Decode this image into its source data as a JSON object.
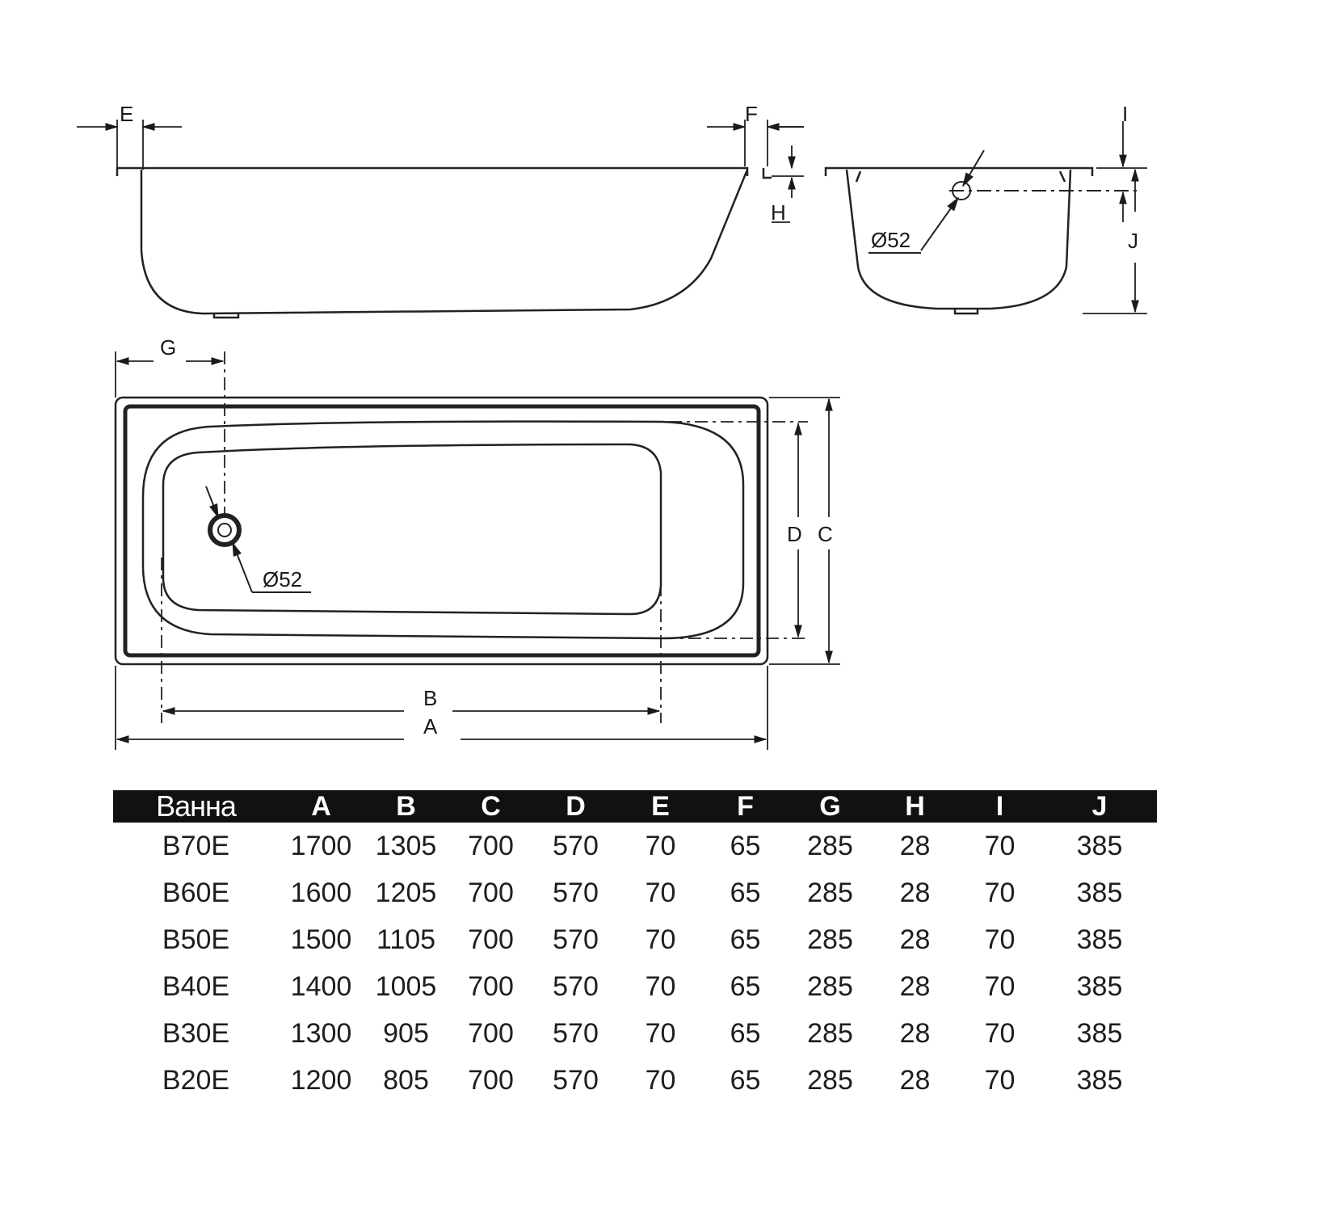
{
  "diagram": {
    "labels": {
      "E": "E",
      "F": "F",
      "H": "H",
      "I": "I",
      "J": "J",
      "G": "G",
      "D": "D",
      "C": "C",
      "B": "B",
      "A": "A",
      "drain_side": "Ø52",
      "drain_top": "Ø52"
    }
  },
  "table": {
    "headers": [
      "Ванна",
      "A",
      "B",
      "C",
      "D",
      "E",
      "F",
      "G",
      "H",
      "I",
      "J"
    ],
    "rows": [
      [
        "B70E",
        "1700",
        "1305",
        "700",
        "570",
        "70",
        "65",
        "285",
        "28",
        "70",
        "385"
      ],
      [
        "B60E",
        "1600",
        "1205",
        "700",
        "570",
        "70",
        "65",
        "285",
        "28",
        "70",
        "385"
      ],
      [
        "B50E",
        "1500",
        "1105",
        "700",
        "570",
        "70",
        "65",
        "285",
        "28",
        "70",
        "385"
      ],
      [
        "B40E",
        "1400",
        "1005",
        "700",
        "570",
        "70",
        "65",
        "285",
        "28",
        "70",
        "385"
      ],
      [
        "B30E",
        "1300",
        "905",
        "700",
        "570",
        "70",
        "65",
        "285",
        "28",
        "70",
        "385"
      ],
      [
        "B20E",
        "1200",
        "805",
        "700",
        "570",
        "70",
        "65",
        "285",
        "28",
        "70",
        "385"
      ]
    ]
  }
}
